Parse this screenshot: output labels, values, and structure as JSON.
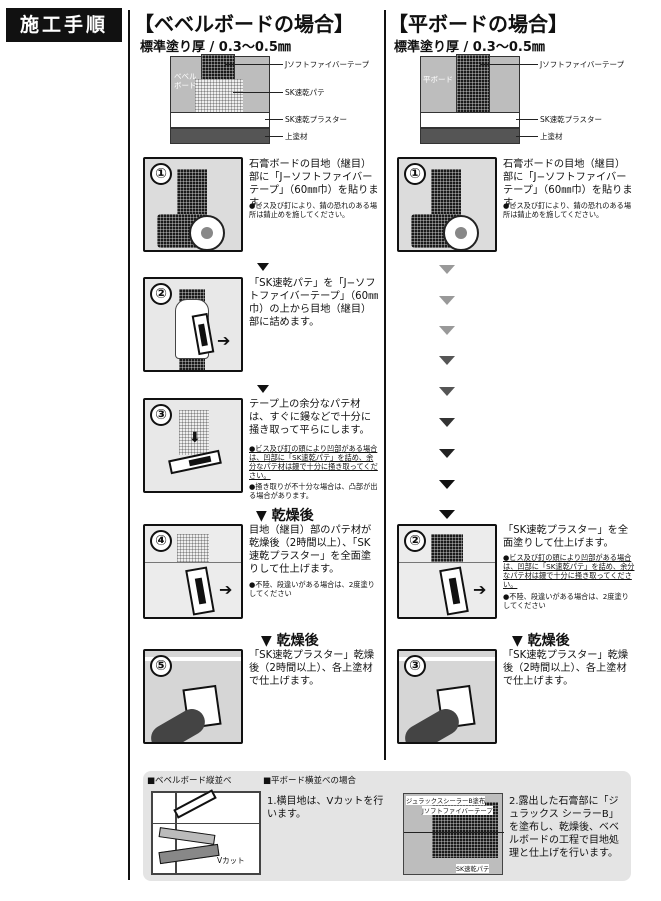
{
  "section_title": "施工手順",
  "bevel": {
    "title": "【ベベルボードの場合】",
    "subtitle": "標準塗り厚 / 0.3〜0.5㎜",
    "diagram": {
      "board_label": "ベベル\nボード",
      "tape": "Jソフトファイバーテープ",
      "putty": "SK速乾パテ",
      "plaster": "SK速乾プラスター",
      "topcoat": "上塗材"
    },
    "steps": [
      {
        "num": "①",
        "text": "石膏ボードの目地（継目）部に「J−ソフトファイバーテープ」（60㎜巾）を貼ります。",
        "notes": [
          {
            "text": "●ビス及び釘により、錆の恐れのある場所は錆止めを施してください。",
            "u": false
          }
        ]
      },
      {
        "num": "②",
        "text": "「SK速乾パテ」を「J−ソフトファイバーテープ」（60㎜巾）の上から目地（継目）部に詰めます。",
        "notes": []
      },
      {
        "num": "③",
        "text": "テープ上の余分なパテ材は、すぐに鏝などで十分に掻き取って平らにします。",
        "notes": [
          {
            "text": "●ビス及び釘の頭により凹部がある場合は、凹部に「SK速乾パテ」を詰め、余分なパテ材は鏝で十分に掻き取ってください。",
            "u": true
          },
          {
            "text": "●掻き取りが不十分な場合は、凸部が出る場合があります。",
            "u": false
          }
        ]
      },
      {
        "num": "④",
        "text": "目地（継目）部のパテ材が乾燥後（2時間以上）、「SK速乾プラスター」を全面塗りして仕上げます。",
        "notes": [
          {
            "text": "●不陸、段違いがある場合は、2度塗りしてください",
            "u": false
          }
        ]
      },
      {
        "num": "⑤",
        "text": "「SK速乾プラスター」乾燥後（2時間以上）、各上塗材で仕上げます。",
        "notes": []
      }
    ],
    "dry_labels": [
      "▼ 乾燥後",
      "▼ 乾燥後"
    ]
  },
  "flat": {
    "title": "【平ボードの場合】",
    "subtitle": "標準塗り厚 / 0.3〜0.5㎜",
    "diagram": {
      "board_label": "平ボード",
      "tape": "Jソフトファイバーテープ",
      "plaster": "SK速乾プラスター",
      "topcoat": "上塗材"
    },
    "steps": [
      {
        "num": "①",
        "text": "石膏ボードの目地（継目）部に「J−ソフトファイバーテープ」（60㎜巾）を貼ります。",
        "notes": [
          {
            "text": "●ビス及び釘により、錆の恐れのある場所は錆止めを施してください。",
            "u": false
          }
        ]
      },
      {
        "num": "②",
        "text": "「SK速乾プラスター」を全面塗りして仕上げます。",
        "notes": [
          {
            "text": "●ビス及び釘の頭により凹部がある場合は、凹部に「SK速乾パテ」を詰め、余分なパテ材は鏝で十分に掻き取ってください。",
            "u": true
          },
          {
            "text": "●不陸、段違いがある場合は、2度塗りしてください",
            "u": false
          }
        ]
      },
      {
        "num": "③",
        "text": "「SK速乾プラスター」乾燥後（2時間以上）、各上塗材で仕上げます。",
        "notes": []
      }
    ],
    "dry_label": "▼ 乾燥後"
  },
  "bottom": {
    "bevel_header": "■ベベルボード縦並べ",
    "flat_header": "■平ボード横並べの場合",
    "item1": "1.横目地は、Vカットを行います。",
    "item2": "2.露出した石膏部に「ジュラックス シーラーB」を塗布し、乾燥後、ベベルボードの工程で目地処理と仕上げを行います。",
    "vcut_label": "Vカット",
    "sealer_label": "ジュラックスシーラーB塗布",
    "tape_label": "Jソフトファイバーテープ",
    "putty_label": "SK速乾パテ"
  }
}
